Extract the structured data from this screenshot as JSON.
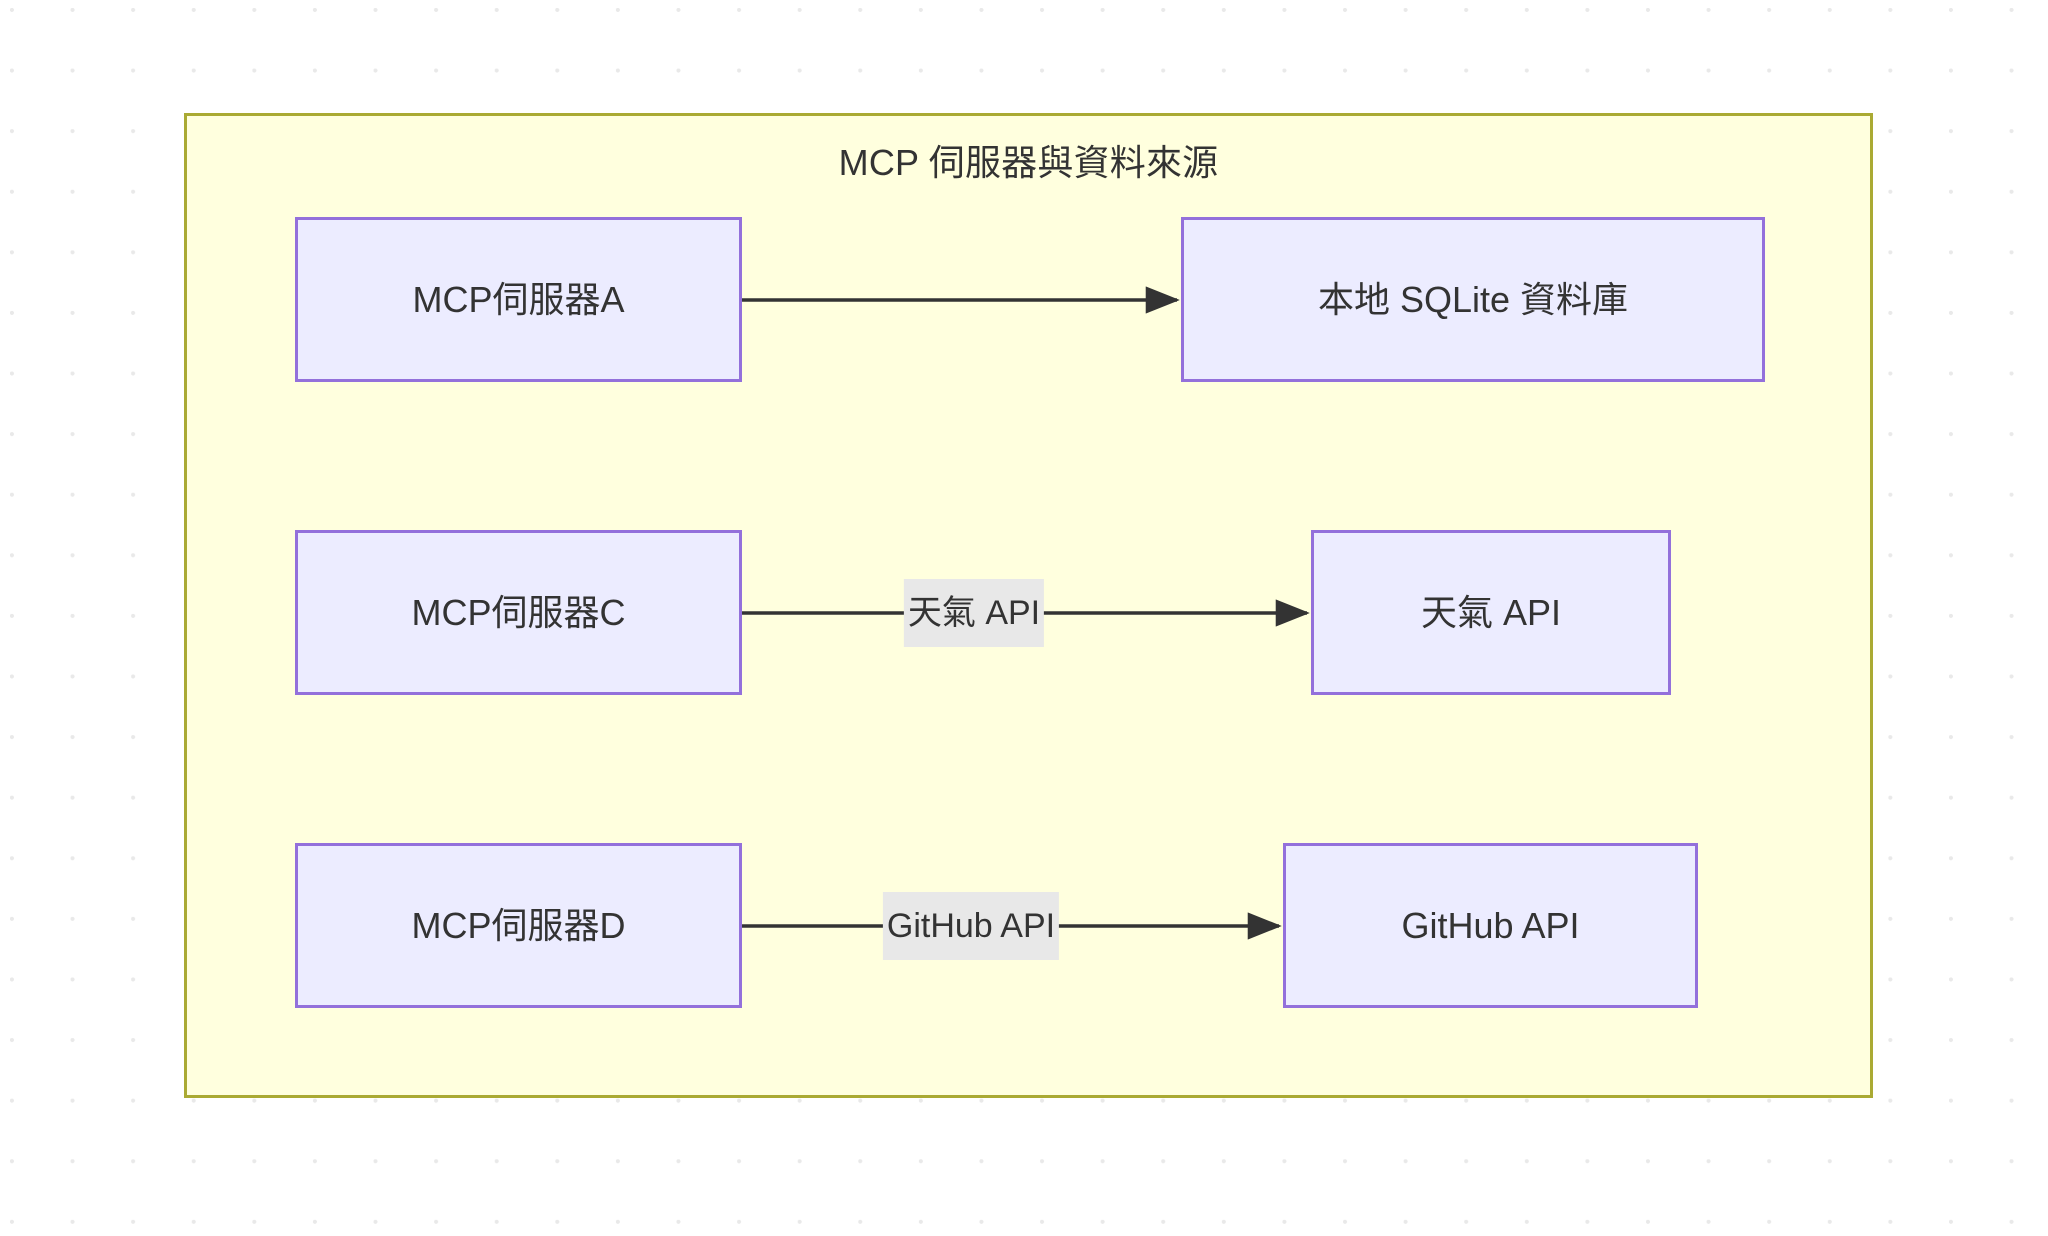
{
  "diagram": {
    "type": "flowchart",
    "direction": "left-to-right",
    "subgraph": {
      "title": "MCP 伺服器與資料來源",
      "fill_color": "#ffffde",
      "border_color": "#aaaa33"
    },
    "node_style": {
      "fill_color": "#ececff",
      "border_color": "#9370db",
      "text_color": "#333333"
    },
    "edge_style": {
      "line_color": "#333333",
      "label_bg_color": "#e8e8e8"
    },
    "background": {
      "color": "#ffffff",
      "dot_color": "#e9e9e9"
    },
    "nodes": [
      {
        "id": "server-a",
        "label": "MCP伺服器A",
        "column": "left"
      },
      {
        "id": "sqlite",
        "label": "本地 SQLite 資料庫",
        "column": "right"
      },
      {
        "id": "server-c",
        "label": "MCP伺服器C",
        "column": "left"
      },
      {
        "id": "weather",
        "label": "天氣 API",
        "column": "right"
      },
      {
        "id": "server-d",
        "label": "MCP伺服器D",
        "column": "left"
      },
      {
        "id": "github",
        "label": "GitHub API",
        "column": "right"
      }
    ],
    "edges": [
      {
        "from": "server-a",
        "to": "sqlite",
        "label": ""
      },
      {
        "from": "server-c",
        "to": "weather",
        "label": "天氣 API"
      },
      {
        "from": "server-d",
        "to": "github",
        "label": "GitHub API"
      }
    ]
  }
}
